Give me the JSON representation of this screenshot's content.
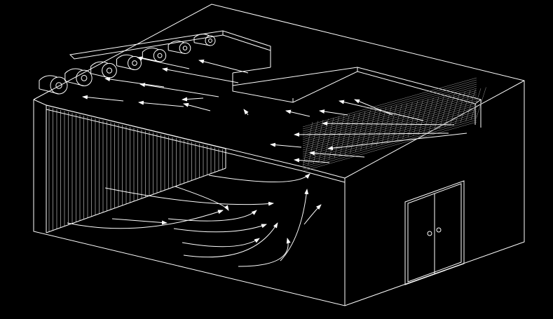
{
  "diagram": {
    "kind": "isometric line drawing of a drying room with roof fans and circulating airflow",
    "colors": {
      "background": "#000000",
      "lines": "#ffffff",
      "mesh": "#9a9a9a"
    },
    "fan_count": 7,
    "door_count": 2
  }
}
